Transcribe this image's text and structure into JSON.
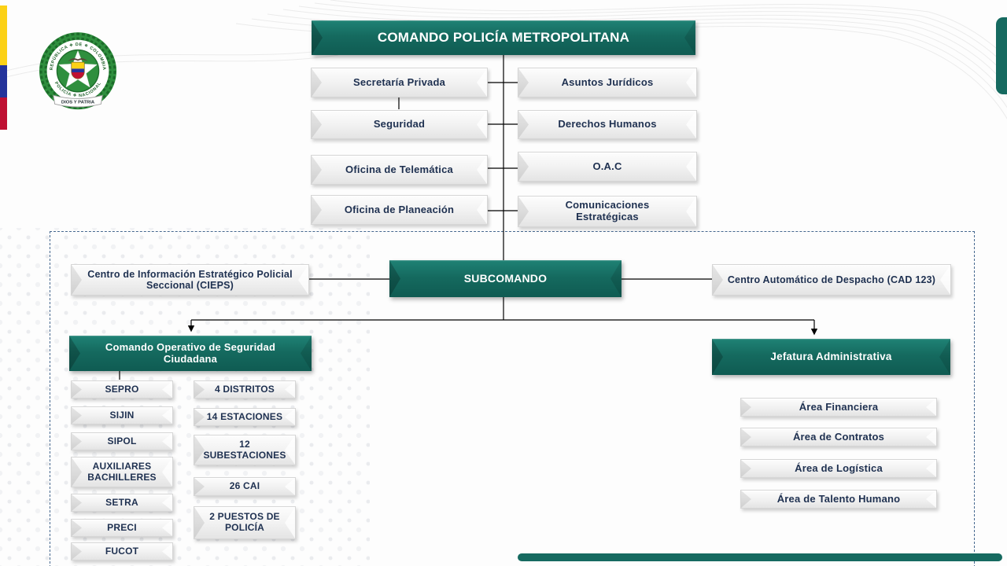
{
  "org_chart": {
    "title": "COMANDO POLICÍA METROPOLITANA",
    "staff_left": [
      "Secretaría Privada",
      "Seguridad",
      "Oficina de Telemática",
      "Oficina de Planeación"
    ],
    "staff_right": [
      "Asuntos Jurídicos",
      "Derechos Humanos",
      "O.A.C",
      "Comunicaciones Estratégicas"
    ],
    "subcommand": {
      "label": "SUBCOMANDO",
      "left_unit": "Centro de Información Estratégico Policial Seccional (CIEPS)",
      "right_unit": "Centro Automático de Despacho (CAD 123)"
    },
    "operative_command": {
      "title": "Comando Operativo de Seguridad Ciudadana",
      "units": [
        "SEPRO",
        "SIJIN",
        "SIPOL",
        "AUXILIARES BACHILLERES",
        "SETRA",
        "PRECI",
        "FUCOT"
      ],
      "territorial_units": [
        "4 DISTRITOS",
        "14 ESTACIONES",
        "12 SUBESTACIONES",
        "26 CAI",
        "2 PUESTOS DE POLICÍA"
      ]
    },
    "admin_command": {
      "title": "Jefatura Administrativa",
      "areas": [
        "Área Financiera",
        "Área de Contratos",
        "Área de Logística",
        "Área de Talento Humano"
      ]
    }
  },
  "logo": {
    "ring_top": "REPÚBLICA ❖ DE ❖ COLOMBIA",
    "ring_bottom": "POLICÍA ❖ NACIONAL",
    "motto": "DIOS Y PATRIA"
  },
  "colors": {
    "teal": "#156a5f",
    "navy_text": "#1e3050",
    "dashed_border": "#46688f",
    "flag_yellow": "#fcd116",
    "flag_blue": "#24339b",
    "flag_red": "#bf1133"
  }
}
